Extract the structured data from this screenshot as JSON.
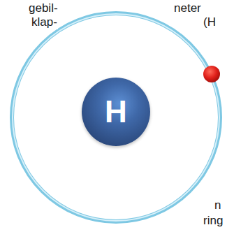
{
  "diagram": {
    "nodes": [
      {
        "text": [
          "H"
        ]
      }
    ],
    "labels": [
      "gebil-",
      "klap-",
      "neter",
      "(H",
      "n",
      "ring"
    ]
  }
}
